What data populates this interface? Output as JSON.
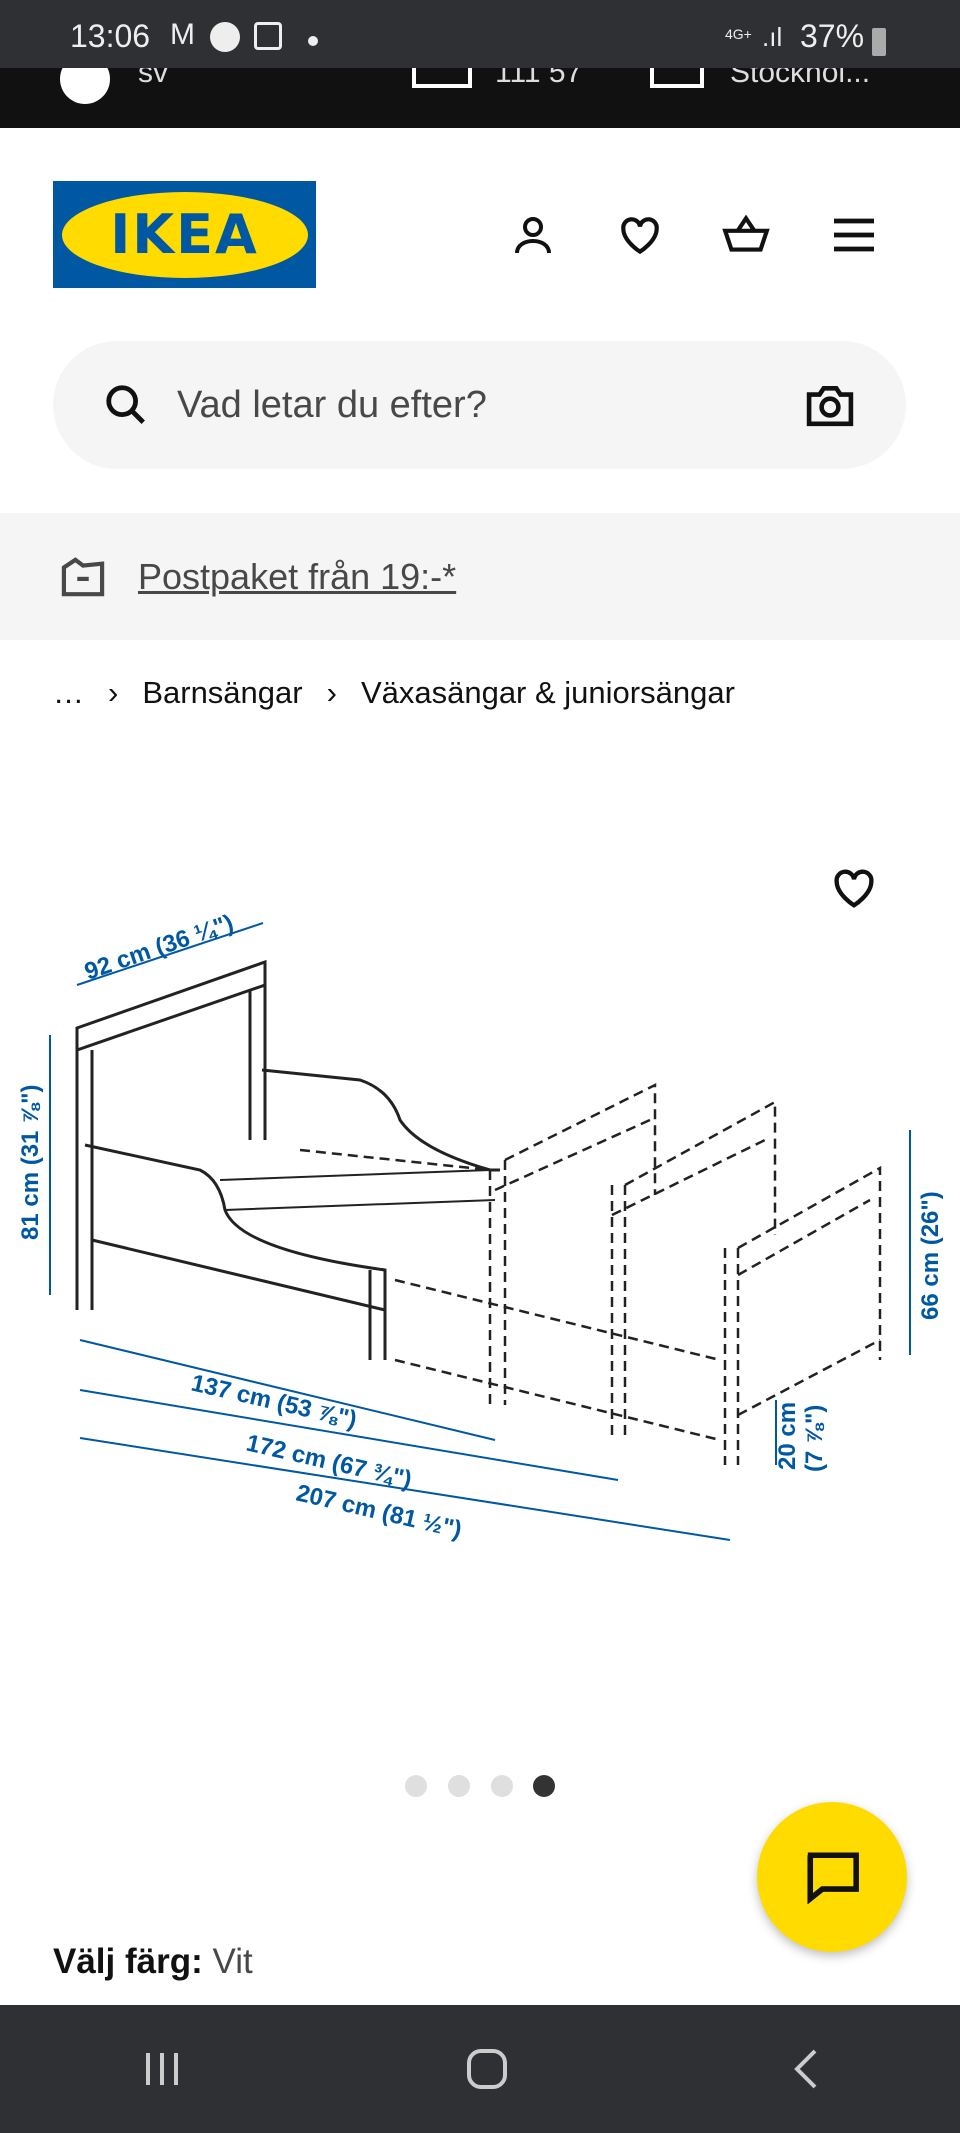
{
  "status_bar": {
    "time": "13:06",
    "battery": "37%",
    "network": "4G+"
  },
  "top_bar": {
    "language": "sv",
    "postcode": "111 57",
    "store": "Stockhol..."
  },
  "header": {
    "logo": "IKEA",
    "icons": [
      "user-icon",
      "heart-icon",
      "basket-icon",
      "menu-icon"
    ]
  },
  "search": {
    "placeholder": "Vad letar du efter?"
  },
  "banner": {
    "text": "Postpaket från 19:-*"
  },
  "breadcrumb": {
    "ellipsis": "…",
    "items": [
      "Barnsängar",
      "Växasängar & juniorsängar"
    ]
  },
  "product_image": {
    "dimensions": {
      "width": "92 cm (36 ¼\")",
      "height": "81 cm (31 ⅞\")",
      "length_min": "137 cm (53 ⅞\")",
      "length_mid": "172 cm (67 ¾\")",
      "length_max": "207 cm (81 ½\")",
      "end_height": "66 cm (26\")",
      "leg_height_cm": "20 cm",
      "leg_height_in": "(7 ⅞\")"
    },
    "carousel_total": 4,
    "carousel_active": 4
  },
  "color_select": {
    "label": "Välj färg:",
    "value": "Vit"
  },
  "colors": {
    "accent": "#0058a3",
    "brand_yellow": "#ffdb00"
  }
}
